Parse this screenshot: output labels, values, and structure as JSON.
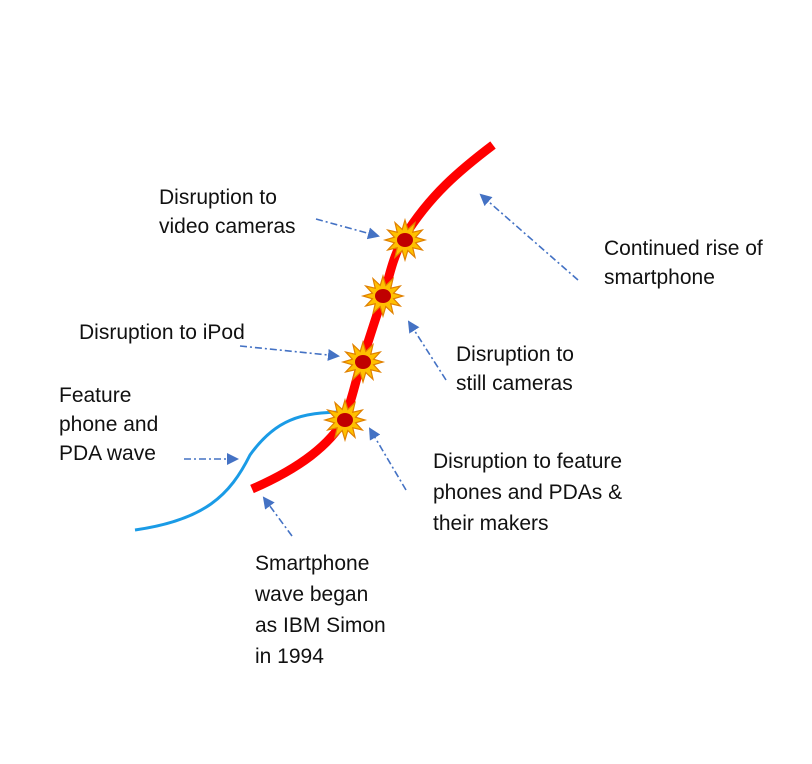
{
  "colors": {
    "smartphone_wave": "#ff0000",
    "feature_phone_wave": "#1a9be6",
    "arrow": "#4472c4",
    "starburst_fill": "#ffc000",
    "starburst_stroke": "#e08000",
    "starburst_core": "#c00000",
    "text": "#111111"
  },
  "labels": {
    "video_cameras": [
      "Disruption to",
      "video cameras"
    ],
    "continued_rise": [
      "Continued rise of",
      "smartphone"
    ],
    "ipod": [
      "Disruption to iPod"
    ],
    "still_cameras": [
      "Disruption to",
      "still cameras"
    ],
    "feature_phone_wave": [
      "Feature",
      "phone and",
      "PDA wave"
    ],
    "feature_phones_pdas": [
      "Disruption to feature",
      "phones and PDAs &",
      "their makers"
    ],
    "smartphone_began": [
      "Smartphone",
      "wave began",
      "as IBM Simon",
      "in 1994"
    ]
  },
  "icons": {
    "disruption_marker": "starburst-icon",
    "pointer": "arrow-icon"
  }
}
